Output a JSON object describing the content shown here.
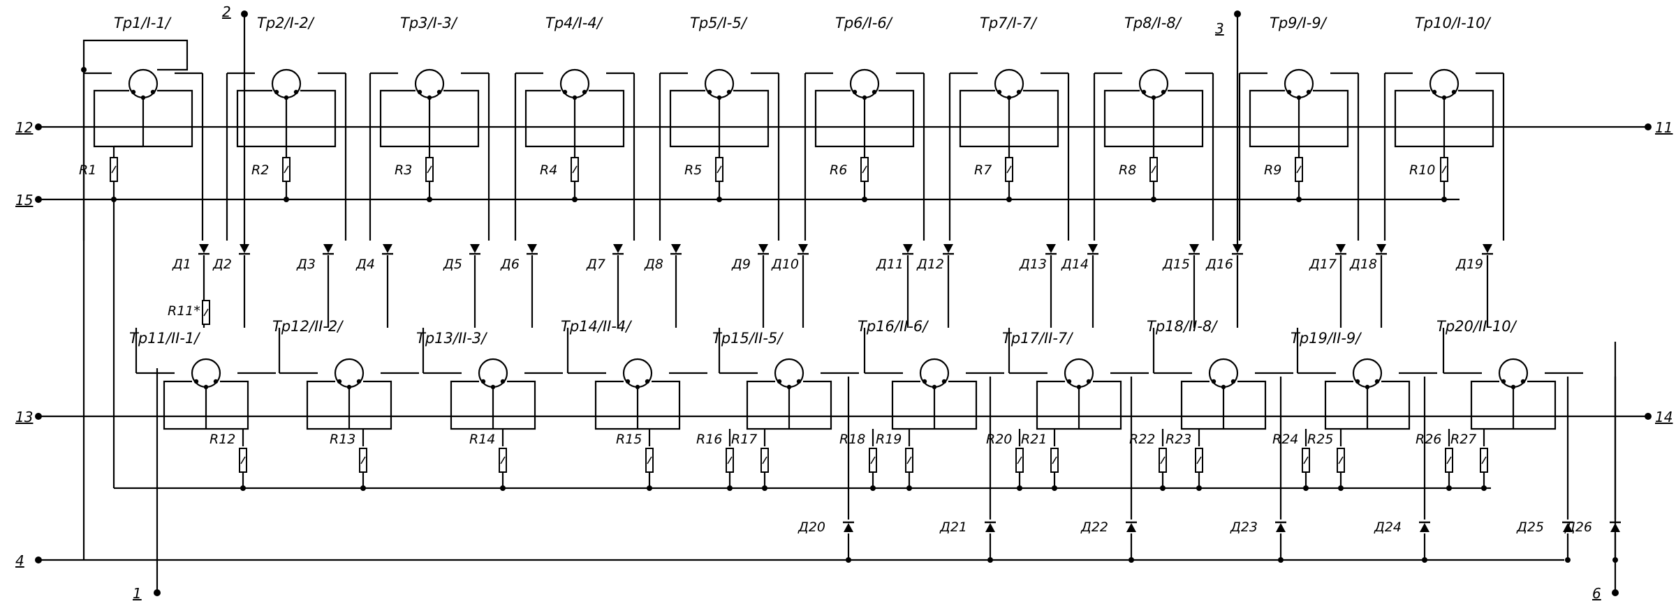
{
  "terminals": [
    "1",
    "2",
    "3",
    "4",
    "6",
    "11",
    "12",
    "13",
    "14",
    "15"
  ],
  "top_transformers": [
    "Тр1/I-1/",
    "Тр2/I-2/",
    "Тр3/I-3/",
    "Тр4/I-4/",
    "Тр5/I-5/",
    "Тр6/I-6/",
    "Тр7/I-7/",
    "Тр8/I-8/",
    "Тр9/I-9/",
    "Тр10/I-10/"
  ],
  "bottom_transformers": [
    "Тр11/II-1/",
    "Тр12/II-2/",
    "Тр13/II-3/",
    "Тр14/II-4/",
    "Тр15/II-5/",
    "Тр16/II-6/",
    "Тр17/II-7/",
    "Тр18/II-8/",
    "Тр19/II-9/",
    "Тр20/II-10/"
  ],
  "top_resistors": [
    "R1",
    "R2",
    "R3",
    "R4",
    "R5",
    "R6",
    "R7",
    "R8",
    "R9",
    "R10"
  ],
  "mid_resistor": "R11*",
  "bottom_resistors": [
    "R12",
    "R13",
    "R14",
    "R15",
    "R16",
    "R17",
    "R18",
    "R19",
    "R20",
    "R21",
    "R22",
    "R23",
    "R24",
    "R25",
    "R26",
    "R27"
  ],
  "diodes": [
    "Д1",
    "Д2",
    "Д3",
    "Д4",
    "Д5",
    "Д6",
    "Д7",
    "Д8",
    "Д9",
    "Д10",
    "Д11",
    "Д12",
    "Д13",
    "Д14",
    "Д15",
    "Д16",
    "Д17",
    "Д18",
    "Д19"
  ],
  "lower_diodes": [
    "Д20",
    "Д21",
    "Д22",
    "Д23",
    "Д24",
    "Д25",
    "Д26"
  ]
}
